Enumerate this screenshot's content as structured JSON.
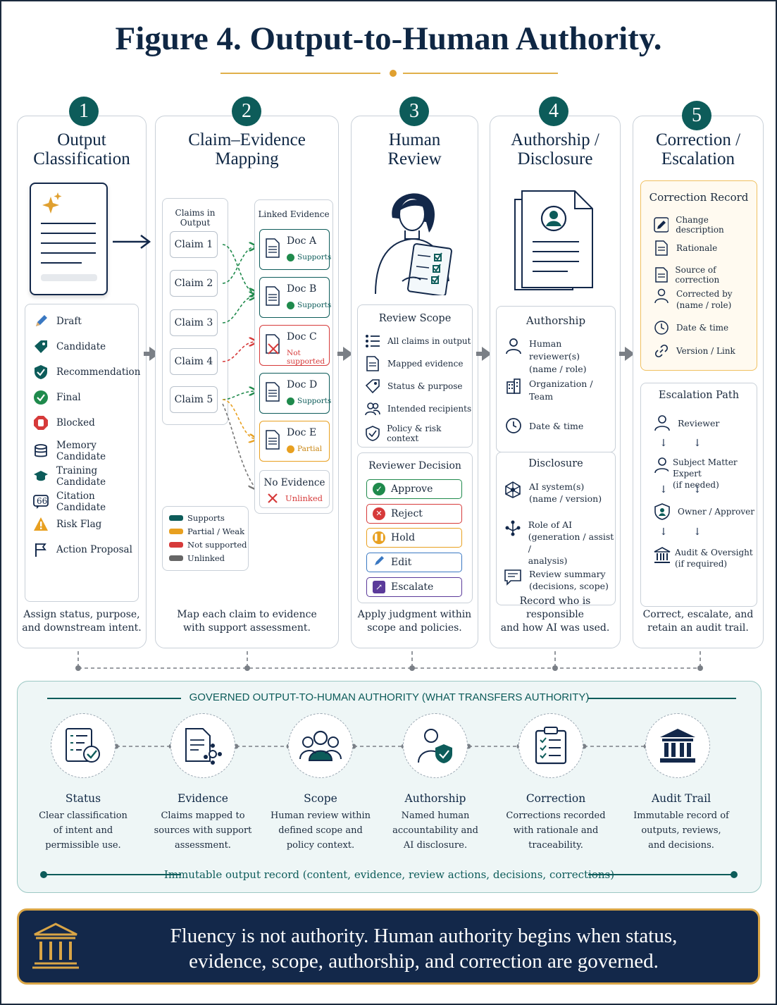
{
  "title": "Figure 4. Output-to-Human Authority.",
  "colors": {
    "teal": "#0d5c5a",
    "navy": "#13284a",
    "gold": "#e0a030",
    "red": "#d63a3a",
    "orange": "#e8a020",
    "gray": "#666666",
    "purple": "#5b3a9a"
  },
  "columns": [
    {
      "num": "1",
      "title": "Output\nClassification",
      "footer": "Assign status, purpose,\nand downstream intent."
    },
    {
      "num": "2",
      "title": "Claim–Evidence\nMapping",
      "footer": "Map each claim to evidence\nwith support assessment."
    },
    {
      "num": "3",
      "title": "Human\nReview",
      "footer": "Apply judgment within\nscope and policies."
    },
    {
      "num": "4",
      "title": "Authorship /\nDisclosure",
      "footer": "Record who is responsible\nand how AI was used."
    },
    {
      "num": "5",
      "title": "Correction /\nEscalation",
      "footer": "Correct, escalate, and\nretain an audit trail."
    }
  ],
  "classification": [
    {
      "label": "Draft",
      "icon": "pencil-icon"
    },
    {
      "label": "Candidate",
      "icon": "tag-icon"
    },
    {
      "label": "Recommendation",
      "icon": "shield-check-icon"
    },
    {
      "label": "Final",
      "icon": "check-circle-icon"
    },
    {
      "label": "Blocked",
      "icon": "stop-icon"
    },
    {
      "label": "Memory Candidate",
      "icon": "database-icon"
    },
    {
      "label": "Training Candidate",
      "icon": "graduation-cap-icon"
    },
    {
      "label": "Citation Candidate",
      "icon": "quote-icon"
    },
    {
      "label": "Risk Flag",
      "icon": "warning-icon"
    },
    {
      "label": "Action Proposal",
      "icon": "flag-icon"
    }
  ],
  "mapping": {
    "claims_header": "Claims in Output",
    "evidence_header": "Linked Evidence",
    "claims": [
      "Claim 1",
      "Claim 2",
      "Claim 3",
      "Claim 4",
      "Claim 5"
    ],
    "docs": [
      {
        "name": "Doc A",
        "status": "Supports"
      },
      {
        "name": "Doc B",
        "status": "Supports"
      },
      {
        "name": "Doc C",
        "status": "Not supported"
      },
      {
        "name": "Doc D",
        "status": "Supports"
      },
      {
        "name": "Doc E",
        "status": "Partial"
      }
    ],
    "no_evidence": {
      "name": "No Evidence",
      "status": "Unlinked"
    },
    "legend": [
      "Supports",
      "Partial / Weak",
      "Not supported",
      "Unlinked"
    ]
  },
  "review": {
    "scope_title": "Review Scope",
    "scope": [
      "All claims in output",
      "Mapped evidence",
      "Status & purpose",
      "Intended recipients",
      "Policy & risk context"
    ],
    "decision_title": "Reviewer Decision",
    "decisions": [
      "Approve",
      "Reject",
      "Hold",
      "Edit",
      "Escalate"
    ]
  },
  "authorship": {
    "title": "Authorship",
    "items": [
      "Human reviewer(s)\n(name / role)",
      "Organization /\nTeam",
      "Date & time"
    ],
    "disclosure_title": "Disclosure",
    "disclosure": [
      "AI system(s)\n(name / version)",
      "Role of AI\n(generation / assist /\nanalysis)",
      "Review summary\n(decisions, scope)"
    ]
  },
  "correction": {
    "title": "Correction Record",
    "items": [
      "Change description",
      "Rationale",
      "Source of correction",
      "Corrected by\n(name / role)",
      "Date & time",
      "Version / Link"
    ],
    "escalation_title": "Escalation Path",
    "escalation": [
      "Reviewer",
      "Subject Matter Expert\n(if needed)",
      "Owner / Approver",
      "Audit & Oversight\n(if required)"
    ]
  },
  "governed": {
    "title": "GOVERNED OUTPUT-TO-HUMAN AUTHORITY (WHAT TRANSFERS AUTHORITY)",
    "items": [
      {
        "name": "Status",
        "desc": "Clear classification\nof intent and\npermissible use."
      },
      {
        "name": "Evidence",
        "desc": "Claims mapped to\nsources with support\nassessment."
      },
      {
        "name": "Scope",
        "desc": "Human review within\ndefined scope and\npolicy context."
      },
      {
        "name": "Authorship",
        "desc": "Named human\naccountability and\nAI disclosure."
      },
      {
        "name": "Correction",
        "desc": "Corrections recorded\nwith rationale and\ntraceability."
      },
      {
        "name": "Audit Trail",
        "desc": "Immutable record of\noutputs, reviews,\nand decisions."
      }
    ],
    "immutable": "Immutable output record (content, evidence, review actions, decisions, corrections)"
  },
  "banner": "Fluency is not authority. Human authority begins when status,\nevidence, scope, authorship, and correction are governed."
}
